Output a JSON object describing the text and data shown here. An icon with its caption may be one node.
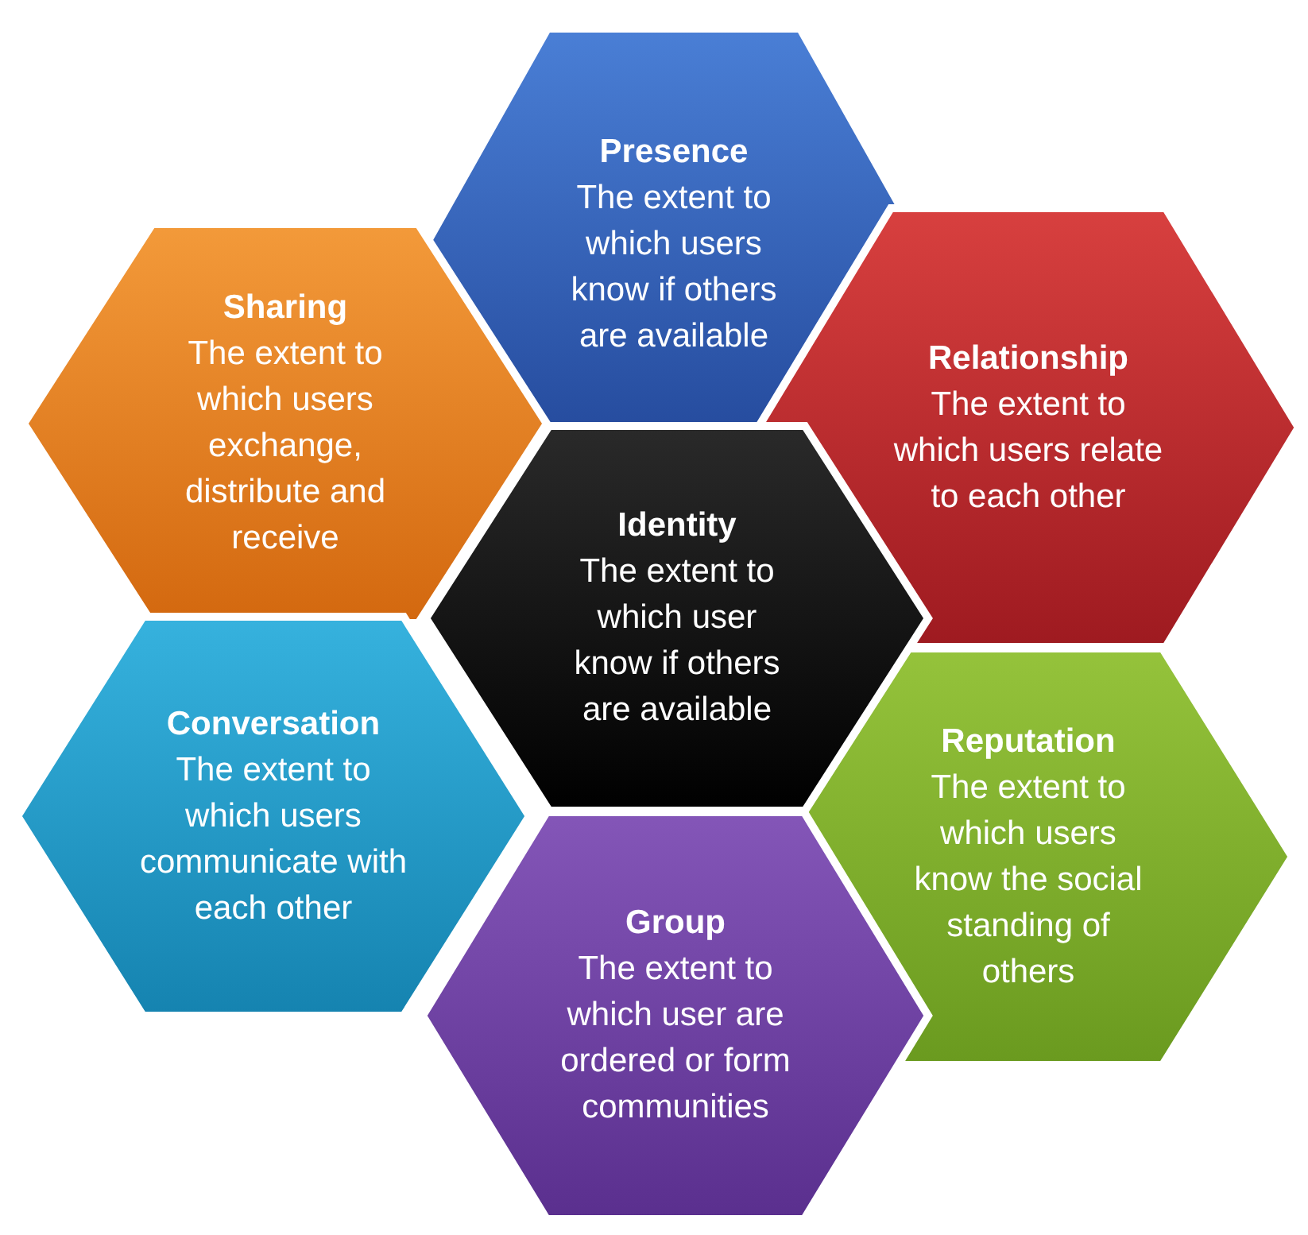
{
  "diagram": {
    "nodes": [
      {
        "text": [
          "Presence",
          "The extent to which users know if others are available"
        ]
      },
      {
        "text": [
          "Sharing",
          "The extent to which users exchange, distribute and receive"
        ]
      },
      {
        "text": [
          "Relationship",
          "The extent to which users relate to each other"
        ]
      },
      {
        "text": [
          "Identity",
          "The extent to which user know if others are available"
        ]
      },
      {
        "text": [
          "Conversation",
          "The extent to which users communicate with each other"
        ]
      },
      {
        "text": [
          "Reputation",
          "The extent to which users know the social standing of others"
        ]
      },
      {
        "text": [
          "Group",
          "The extent to which user are ordered or form communities"
        ]
      }
    ]
  }
}
